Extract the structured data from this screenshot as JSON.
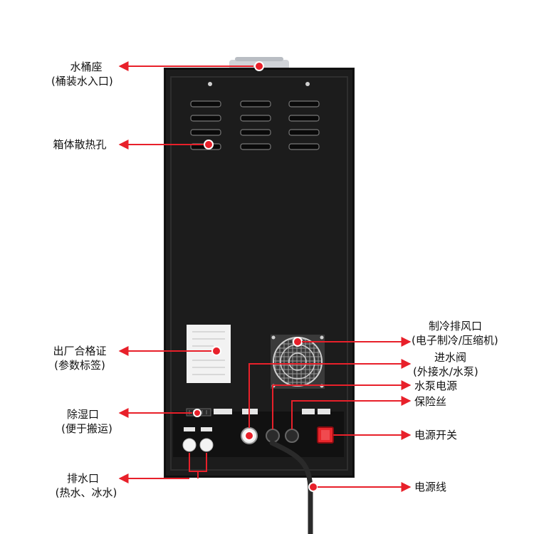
{
  "labels": {
    "bucket_seat": "水桶座",
    "bucket_seat_sub": "(桶装水入口)",
    "vent_holes": "箱体散热孔",
    "certificate": "出厂合格证",
    "certificate_sub": "(参数标签)",
    "dehumidify": "除湿口",
    "dehumidify_sub": "(便于搬运)",
    "drain": "排水口",
    "drain_sub": "(热水、冰水)",
    "cooling_fan": "制冷排风口",
    "cooling_fan_sub": "(电子制冷/压缩机)",
    "inlet_valve": "进水阀",
    "inlet_valve_sub": "(外接水/水泵)",
    "pump_power": "水泵电源",
    "fuse": "保险丝",
    "power_switch": "电源开关",
    "power_cord": "电源线"
  },
  "colors": {
    "cabinet": "#1c1c1c",
    "pointer": "#e8202a",
    "switch": "#e8262b"
  }
}
